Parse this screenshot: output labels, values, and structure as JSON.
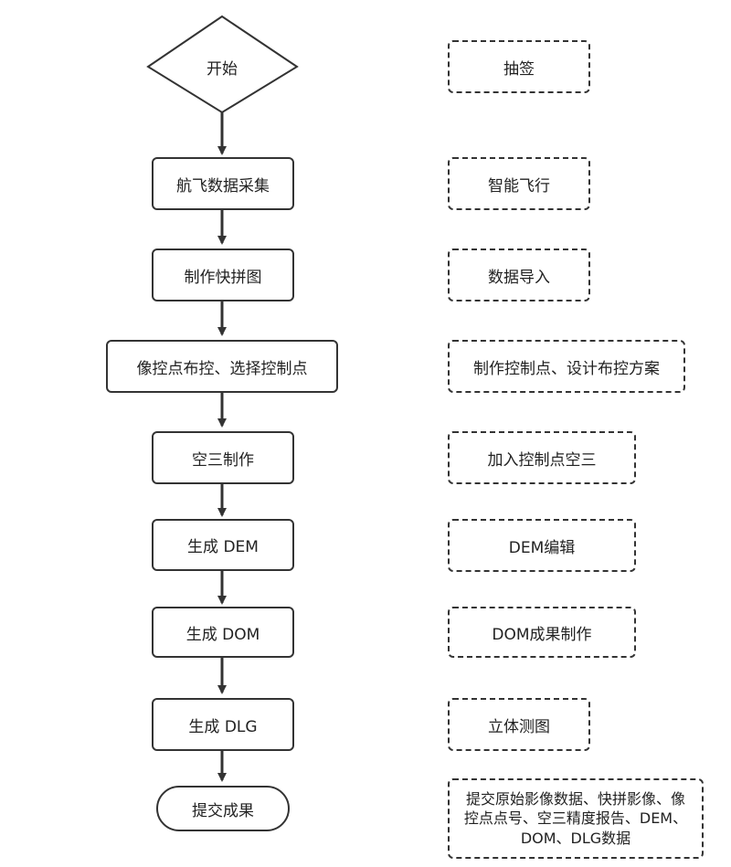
{
  "flow": {
    "start": "开始",
    "steps": [
      "航飞数据采集",
      "制作快拼图",
      "像控点布控、选择控制点",
      "空三制作",
      "生成 DEM",
      "生成 DOM",
      "生成 DLG"
    ],
    "end": "提交成果"
  },
  "notes": [
    "抽签",
    "智能飞行",
    "数据导入",
    "制作控制点、设计布控方案",
    "加入控制点空三",
    "DEM编辑",
    "DOM成果制作",
    "立体测图",
    "提交原始影像数据、快拼影像、像控点点号、空三精度报告、DEM、DOM、DLG数据"
  ]
}
